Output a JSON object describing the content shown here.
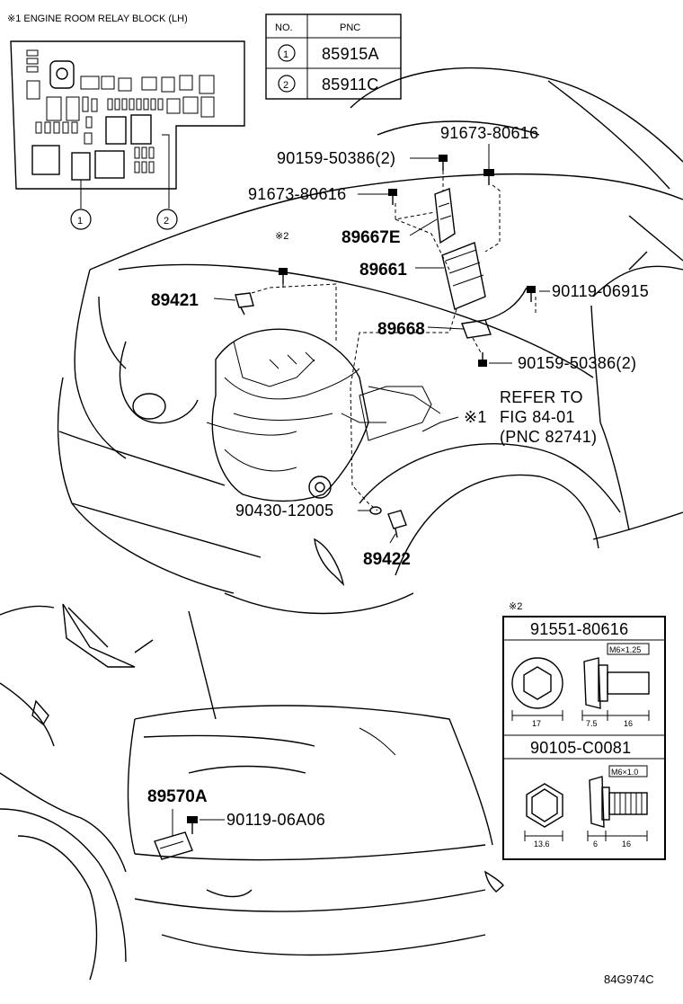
{
  "relay_block": {
    "title": "※1 ENGINE ROOM RELAY BLOCK (LH)",
    "callout_1": "1",
    "callout_2": "2"
  },
  "pnc_table": {
    "header_no": "NO.",
    "header_pnc": "PNC",
    "rows": [
      {
        "no": "1",
        "pnc": "85915A"
      },
      {
        "no": "2",
        "pnc": "85911C"
      }
    ]
  },
  "labels": {
    "p91673_top": "91673-80616",
    "p90159_top": "90159-50386(2)",
    "p91673_mid": "91673-80616",
    "p89667E": "89667E",
    "note2_mark": "※2",
    "p89661": "89661",
    "p89421": "89421",
    "p90119_06915": "90119-06915",
    "p89668": "89668",
    "p90159_bot": "90159-50386(2)",
    "refer_line1": "REFER TO",
    "refer_line2": "FIG 84-01",
    "refer_line3": "(PNC 82741)",
    "note1_mark": "※1",
    "p90430": "90430-12005",
    "p89422": "89422",
    "p89570A": "89570A",
    "p90119_06A06": "90119-06A06"
  },
  "bolt_table": {
    "mark": "※2",
    "bolt1": {
      "pn": "91551-80616",
      "thread": "M6×1.25",
      "d1": "17",
      "d2": "7.5",
      "d3": "16"
    },
    "bolt2": {
      "pn": "90105-C0081",
      "thread": "M6×1.0",
      "d1": "13.6",
      "d2": "6",
      "d3": "16"
    }
  },
  "figure_code": "84G974C"
}
